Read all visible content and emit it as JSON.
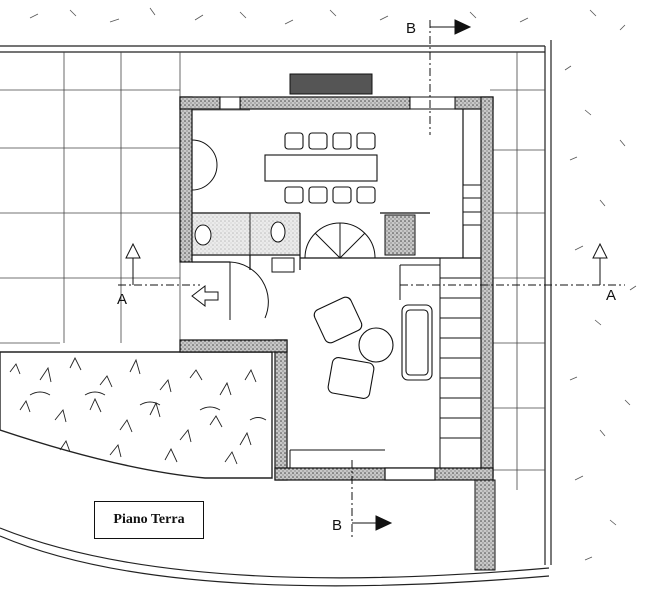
{
  "drawing": {
    "title": "Piano Terra",
    "section_a": "A",
    "section_b": "B"
  },
  "colors": {
    "ink": "#111111",
    "wall_fill": "#9a9a9a",
    "paper": "#ffffff"
  }
}
